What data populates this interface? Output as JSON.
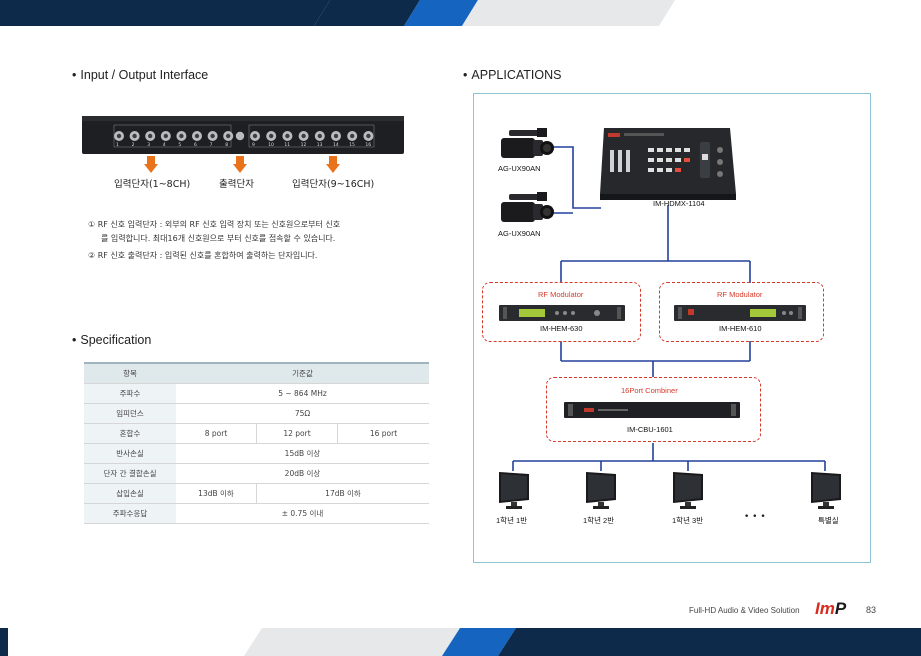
{
  "left": {
    "io_title": "Input / Output Interface",
    "panel_port_numbers": [
      "1",
      "2",
      "3",
      "4",
      "5",
      "6",
      "7",
      "8",
      "9",
      "10",
      "11",
      "12",
      "13",
      "14",
      "15",
      "16"
    ],
    "arrows": [
      {
        "label": "입력단자(1~8CH)"
      },
      {
        "label": "출력단자"
      },
      {
        "label": "입력단자(9~16CH)"
      }
    ],
    "notes": [
      "① RF 신호 입력단자 : 외부의 RF 신호 입력 장치 또는 신호원으로부터 신호",
      "를 입력합니다. 최대16개 신호원으로 부터 신호를 접속할 수 있습니다.",
      "② RF 신호 출력단자 : 입력된 신호를 혼합하여 출력하는 단자입니다."
    ],
    "spec_title": "Specification",
    "spec": {
      "header": [
        "항목",
        "기준값"
      ],
      "rows": [
        {
          "label": "주파수",
          "value": "5 ~ 864 MHz"
        },
        {
          "label": "임피던스",
          "value": "75Ω"
        },
        {
          "label": "혼합수",
          "v1": "8 port",
          "v2": "12 port",
          "v3": "16 port"
        },
        {
          "label": "반사손실",
          "value": "15dB 이상"
        },
        {
          "label": "단자 간 결합손실",
          "value": "20dB 이상"
        },
        {
          "label": "삽입손실",
          "v1": "13dB 이하",
          "v2": "17dB 이하"
        },
        {
          "label": "주파수응답",
          "value": "± 0.75 이내"
        }
      ]
    }
  },
  "right": {
    "apps_title": "APPLICATIONS",
    "camera1": "AG-UX90AN",
    "camera2": "AG-UX90AN",
    "switcher": "IM-HDMX-1104",
    "modulator_group1": "RF Modulator",
    "modulator1": "IM-HEM-630",
    "modulator_group2": "RF Modulator",
    "modulator2": "IM-HEM-610",
    "combiner_group": "16Port Combiner",
    "combiner": "IM-CBU-1601",
    "tvs": [
      "1학년 1반",
      "1학년 2반",
      "1학년 3반",
      "특별실"
    ],
    "ellipsis": "• • •"
  },
  "footer": {
    "tagline": "Full-HD Audio & Video Solution",
    "logo": "ImP",
    "page": "83"
  },
  "colors": {
    "accent_blue": "#1565c0",
    "dark_navy": "#0d2a4a",
    "orange": "#e8731a",
    "red_dash": "#d43a2b",
    "line_blue": "#23419c"
  },
  "icons": [
    "camera-icon",
    "switcher-icon",
    "modulator-icon",
    "combiner-icon",
    "monitor-icon",
    "down-arrow-icon"
  ]
}
